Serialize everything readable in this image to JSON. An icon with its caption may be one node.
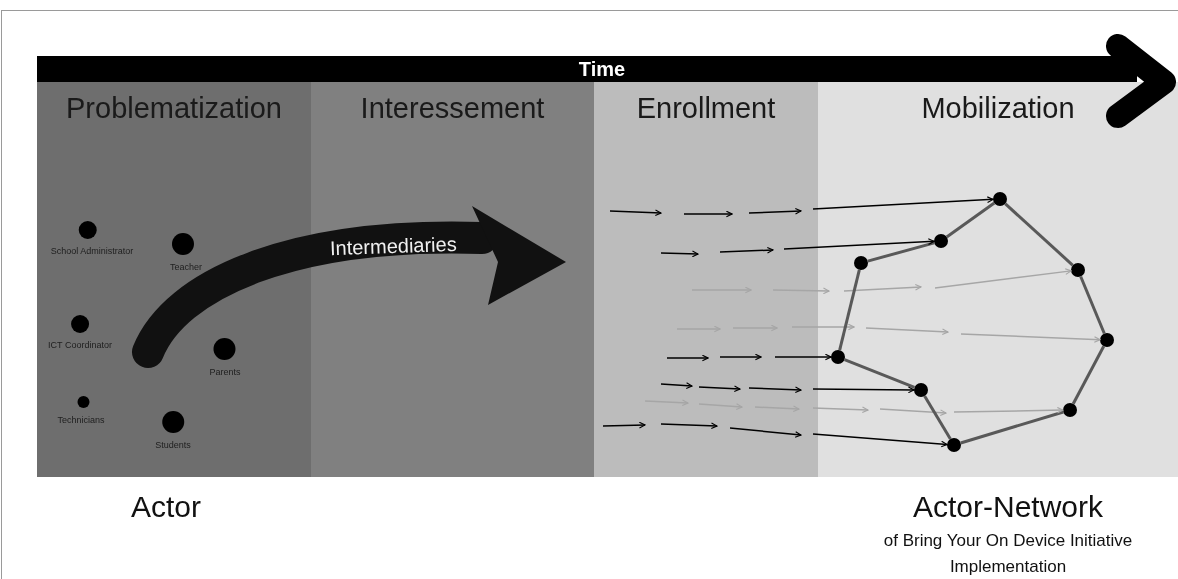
{
  "diagram": {
    "nodes": [
      {
        "text": [
          "Problematization"
        ]
      },
      {
        "text": [
          "Interessement"
        ]
      },
      {
        "text": [
          "Enrollment"
        ]
      },
      {
        "text": [
          "Mobilization"
        ]
      },
      {
        "text": [
          "School Administrator"
        ],
        "in": 0
      },
      {
        "text": [
          "Teacher"
        ],
        "in": 0
      },
      {
        "text": [
          "ICT Coordinator"
        ],
        "in": 0
      },
      {
        "text": [
          "Parents"
        ],
        "in": 0
      },
      {
        "text": [
          "Technicians"
        ],
        "in": 0
      },
      {
        "text": [
          "Students"
        ],
        "in": 0
      },
      {
        "text": [],
        "shape": "circle",
        "in": 3
      },
      {
        "text": [],
        "shape": "circle",
        "in": 3
      },
      {
        "text": [],
        "shape": "circle",
        "in": 3
      },
      {
        "text": [],
        "shape": "circle",
        "in": 3
      },
      {
        "text": [],
        "shape": "circle",
        "in": 3
      },
      {
        "text": [],
        "shape": "circle",
        "in": 3
      },
      {
        "text": [],
        "shape": "circle",
        "in": 3
      },
      {
        "text": [],
        "shape": "circle",
        "in": 3
      },
      {
        "text": [],
        "shape": "circle",
        "in": 3
      }
    ],
    "edges": [
      {
        "from": 10,
        "to": 11,
        "arrow": "none"
      },
      {
        "from": 11,
        "to": 12,
        "arrow": "none"
      },
      {
        "from": 12,
        "to": 15,
        "arrow": "none"
      },
      {
        "from": 15,
        "to": 16,
        "arrow": "none"
      },
      {
        "from": 16,
        "to": 18,
        "arrow": "none"
      },
      {
        "from": 18,
        "to": 17,
        "arrow": "none"
      },
      {
        "from": 17,
        "to": 14,
        "arrow": "none"
      },
      {
        "from": 14,
        "to": 13,
        "arrow": "none"
      },
      {
        "from": 13,
        "to": 10,
        "arrow": "none"
      },
      {
        "from": 2,
        "to": 10,
        "arrow": "to",
        "color": "#000000"
      },
      {
        "from": 2,
        "to": 11,
        "arrow": "to",
        "color": "#000000"
      },
      {
        "from": null,
        "to": 13,
        "arrow": "to",
        "color": "#a6a6a6"
      },
      {
        "from": null,
        "to": 14,
        "arrow": "to",
        "color": "#a6a6a6"
      },
      {
        "from": 2,
        "to": 15,
        "arrow": "to",
        "color": "#000000"
      },
      {
        "from": 2,
        "to": 16,
        "arrow": "to",
        "color": "#000000"
      },
      {
        "from": null,
        "to": 17,
        "arrow": "to",
        "color": "#a6a6a6"
      },
      {
        "from": 2,
        "to": 18,
        "arrow": "to",
        "color": "#000000"
      }
    ],
    "labels": [
      "Time",
      "Intermediaries",
      "Actor",
      "Actor-Network",
      "of Bring Your On Device Initiative Implementation"
    ]
  }
}
